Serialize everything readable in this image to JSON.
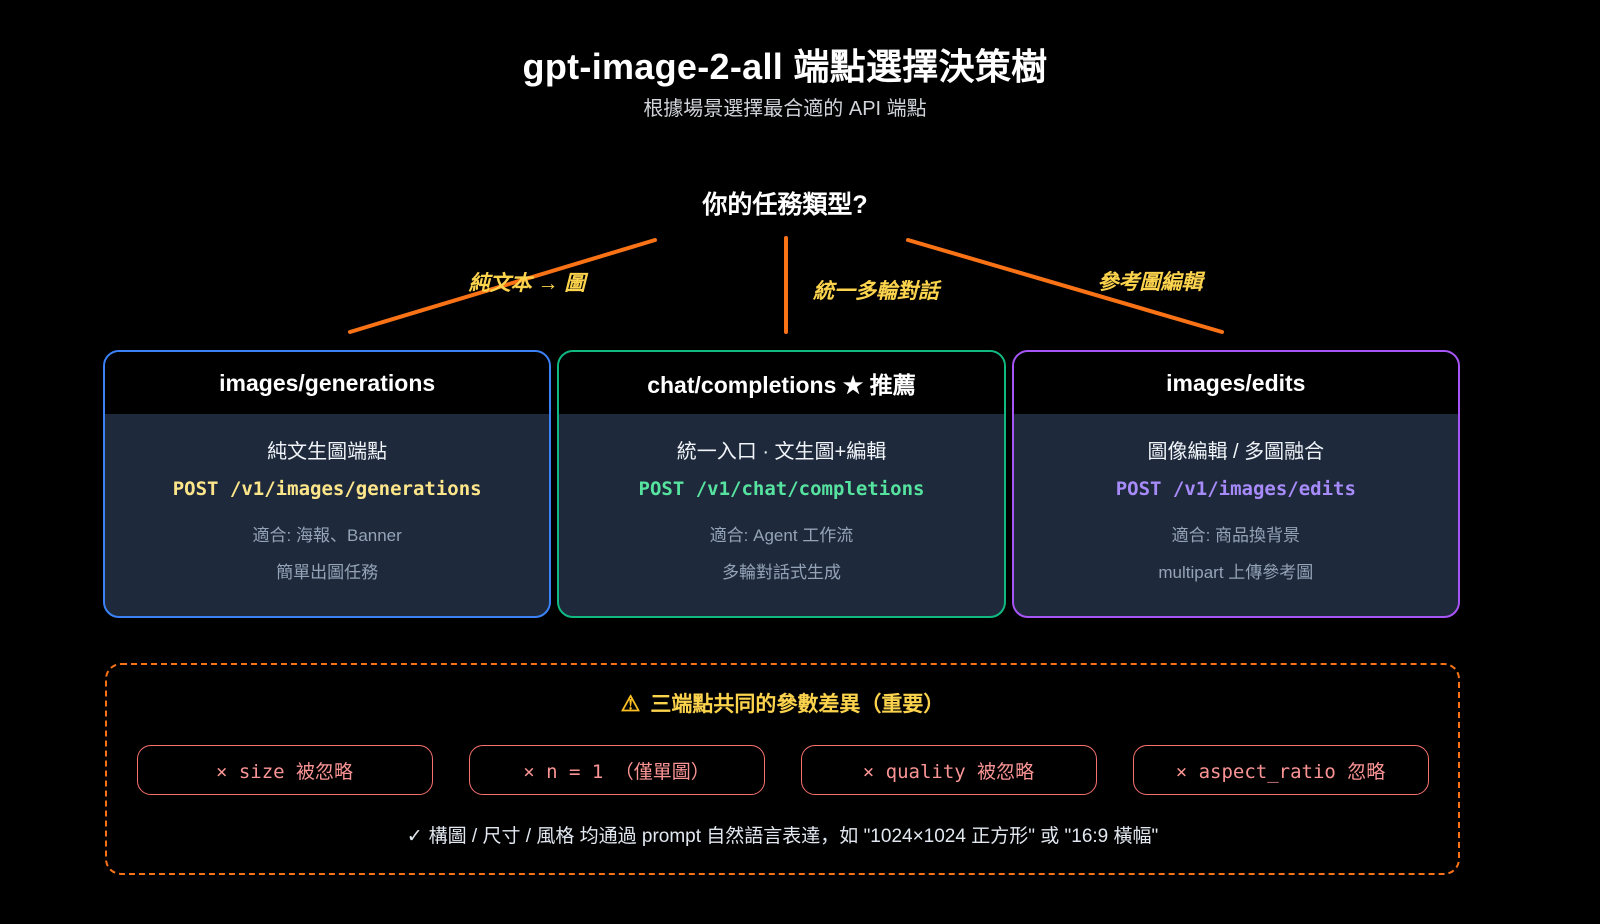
{
  "header": {
    "title": "gpt-image-2-all 端點選擇決策樹",
    "subtitle": "根據場景選擇最合適的 API 端點"
  },
  "tree": {
    "root_question": "你的任務類型?",
    "branches": [
      {
        "label": "純文本 → 圖"
      },
      {
        "label": "統一多輪對話"
      },
      {
        "label": "參考圖編輯"
      }
    ]
  },
  "cards": [
    {
      "title": "images/generations",
      "accent_color": "#3b82f6",
      "code_color": "#fde68a",
      "summary": "純文生圖端點",
      "endpoint": "POST /v1/images/generations",
      "use_case": "適合: 海報、Banner",
      "detail": "簡單出圖任務"
    },
    {
      "title": "chat/completions ★ 推薦",
      "accent_color": "#10b981",
      "code_color": "#56e39f",
      "summary": "統一入口 · 文生圖+編輯",
      "endpoint": "POST /v1/chat/completions",
      "use_case": "適合: Agent 工作流",
      "detail": "多輪對話式生成"
    },
    {
      "title": "images/edits",
      "accent_color": "#a855f7",
      "code_color": "#a78bfa",
      "summary": "圖像編輯 / 多圖融合",
      "endpoint": "POST /v1/images/edits",
      "use_case": "適合: 商品換背景",
      "detail": "multipart 上傳參考圖"
    }
  ],
  "warning_panel": {
    "warning_icon": "⚠",
    "title": "三端點共同的參數差異（重要）",
    "pills": [
      {
        "label": "× size 被忽略"
      },
      {
        "label": "× n = 1 （僅單圖）"
      },
      {
        "label": "× quality 被忽略"
      },
      {
        "label": "× aspect_ratio 忽略"
      }
    ],
    "check_icon": "✓",
    "footer_note": "構圖 / 尺寸 / 風格 均通過 prompt 自然語言表達，如 \"1024×1024 正方形\" 或 \"16:9 橫幅\""
  },
  "theme": {
    "background": "#000000",
    "connector_color": "#f97316",
    "branch_label_color": "#fcd34d",
    "panel_border_color": "#f97316",
    "panel_title_color": "#fcd34d",
    "warning_icon_color": "#fbbf24",
    "pill_border_color": "#f87171",
    "pill_text_color": "#fb9494",
    "card_body_background": "#1e293b",
    "muted_text_color": "#94a3b8"
  }
}
